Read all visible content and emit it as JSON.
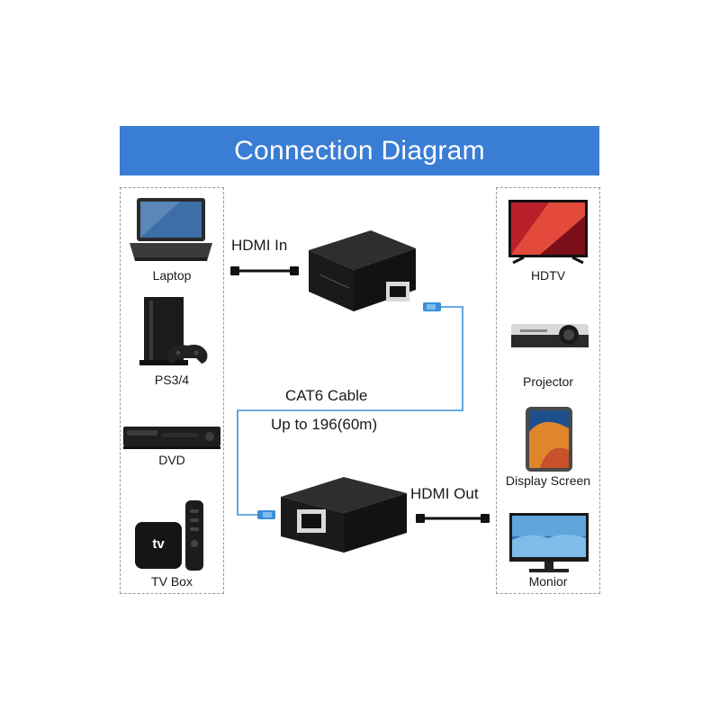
{
  "title": "Connection Diagram",
  "sources": {
    "laptop": "Laptop",
    "ps": "PS3/4",
    "dvd": "DVD",
    "tvbox": "TV Box",
    "tvbox_logo": "tv"
  },
  "outputs": {
    "hdtv": "HDTV",
    "projector": "Projector",
    "display": "Display Screen",
    "monitor": "Monior"
  },
  "connections": {
    "hdmi_in": "HDMI In",
    "hdmi_out": "HDMI Out",
    "cable": "CAT6 Cable",
    "distance": "Up to 196(60m)"
  },
  "colors": {
    "title_bar": "#3a7dd4",
    "cable": "#3a8fd8",
    "device": "#1c1c1c"
  }
}
